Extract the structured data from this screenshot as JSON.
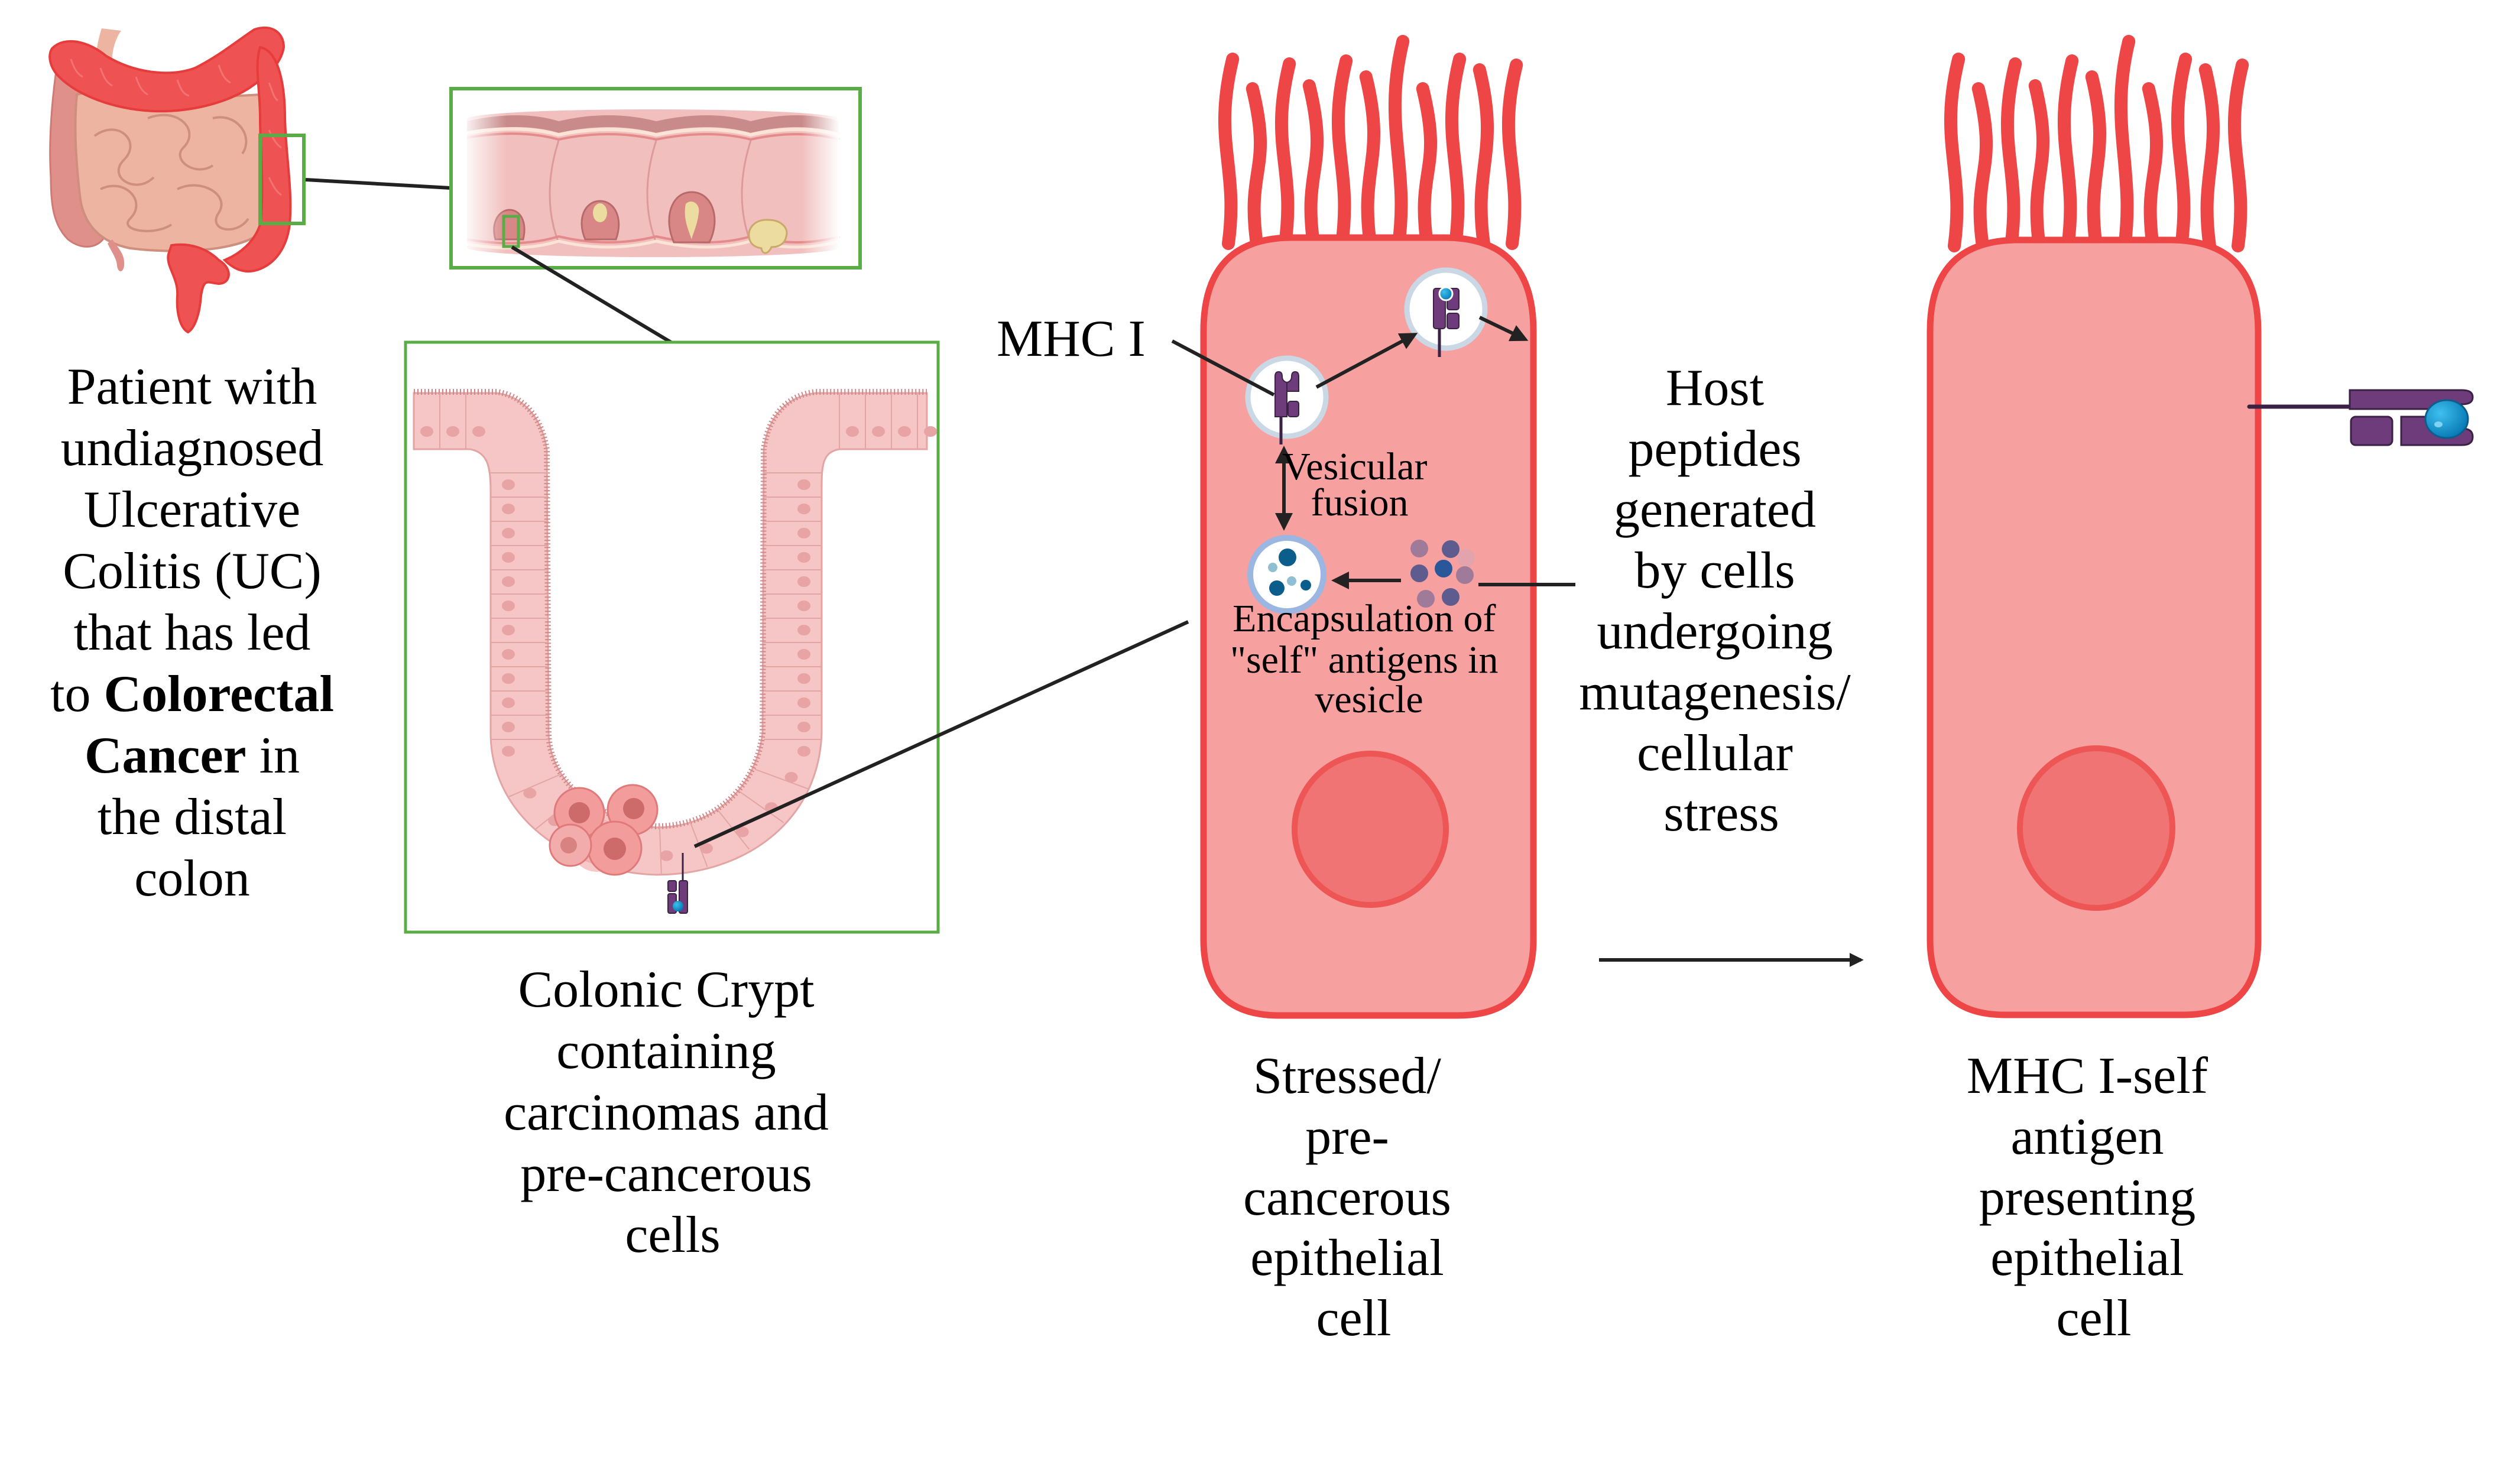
{
  "figure": {
    "title": "MHC I self-antigen presentation by stressed colonic epithelial cells in UC-associated colorectal cancer",
    "colors": {
      "cell_fill": "#f7a0a0",
      "cell_border": "#ee4646",
      "nucleus_fill": "#f07474",
      "colon_red": "#ee5252",
      "small_intestine": "#edb4a2",
      "inset_frame": "#5aad46",
      "mhc_purple": "#6e3c7a",
      "peptide_blue": "#0a9fd6",
      "vesicle_rim": "#c9d8e4",
      "vesicle_rim_blue": "#9bb6e0",
      "arrow": "#222222"
    }
  },
  "panels": {
    "patient": {
      "lines": [
        {
          "parts": [
            {
              "t": "Patient with",
              "b": false
            }
          ]
        },
        {
          "parts": [
            {
              "t": "undiagnosed",
              "b": false
            }
          ]
        },
        {
          "parts": [
            {
              "t": "Ulcerative",
              "b": false
            }
          ]
        },
        {
          "parts": [
            {
              "t": "Colitis (UC)",
              "b": false
            }
          ]
        },
        {
          "parts": [
            {
              "t": "that has led",
              "b": false
            }
          ]
        },
        {
          "parts": [
            {
              "t": "to ",
              "b": false
            },
            {
              "t": "Colorectal",
              "b": true
            }
          ]
        },
        {
          "parts": [
            {
              "t": "Cancer",
              "b": true
            },
            {
              "t": " in",
              "b": false
            }
          ]
        },
        {
          "parts": [
            {
              "t": "the distal",
              "b": false
            }
          ]
        },
        {
          "parts": [
            {
              "t": "colon",
              "b": false
            }
          ]
        }
      ]
    },
    "crypt": {
      "lines": [
        "Colonic Crypt",
        "containing",
        "carcinomas and",
        "pre-cancerous",
        "cells"
      ]
    },
    "stressed_cell": {
      "lines": [
        "Stressed/",
        "pre-",
        "cancerous",
        "epithelial",
        "cell"
      ],
      "mhc_label": "MHC I",
      "fusion_lines": [
        "Vesicular",
        "fusion"
      ],
      "encapsulation_lines": [
        "Encapsulation of",
        "\"self\" antigens in",
        "vesicle"
      ]
    },
    "host_peptides": {
      "lines": [
        "Host",
        "peptides",
        "generated",
        "by cells",
        "undergoing",
        "mutagenesis/",
        "cellular",
        "stress"
      ]
    },
    "presenting_cell": {
      "lines": [
        "MHC I-self",
        "antigen",
        "presenting",
        "epithelial",
        "cell"
      ]
    }
  }
}
